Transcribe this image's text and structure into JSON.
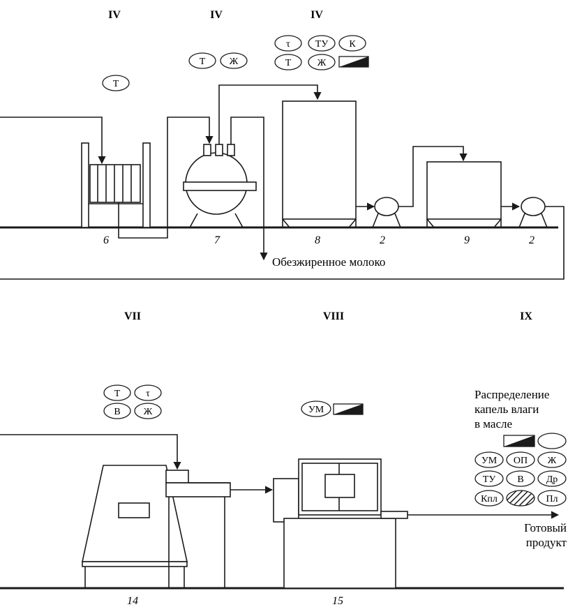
{
  "stages_top": [
    "IV",
    "IV",
    "IV"
  ],
  "stages_bottom": [
    "VII",
    "VIII",
    "IX"
  ],
  "numbers_top": [
    "6",
    "7",
    "8",
    "2",
    "9",
    "2"
  ],
  "numbers_bottom": [
    "14",
    "15"
  ],
  "captions": {
    "skim_milk": "Обезжиренное молоко",
    "distribution": [
      "Распределение",
      "капель влаги",
      "в масле"
    ],
    "finished_product": [
      "Готовый",
      "продукт"
    ]
  },
  "symbols": {
    "unit6": [
      "Т"
    ],
    "unit7": [
      "Т",
      "Ж"
    ],
    "unit8_row1": [
      "τ",
      "ТУ",
      "К"
    ],
    "unit8_row2": [
      "Т",
      "Ж"
    ],
    "unit14_row1": [
      "Т",
      "τ"
    ],
    "unit14_row2": [
      "В",
      "Ж"
    ],
    "unit15": [
      "УМ"
    ],
    "final_row1": [
      "УМ",
      "ОП",
      "Ж"
    ],
    "final_row2": [
      "ТУ",
      "В",
      "Др"
    ],
    "final_row3": [
      "Кпл",
      "",
      "Пл"
    ]
  },
  "icons": {
    "wedge": "gradient-wedge-icon",
    "hatched_oval": "hatched-oval-icon",
    "empty_oval": "empty-oval-icon"
  }
}
